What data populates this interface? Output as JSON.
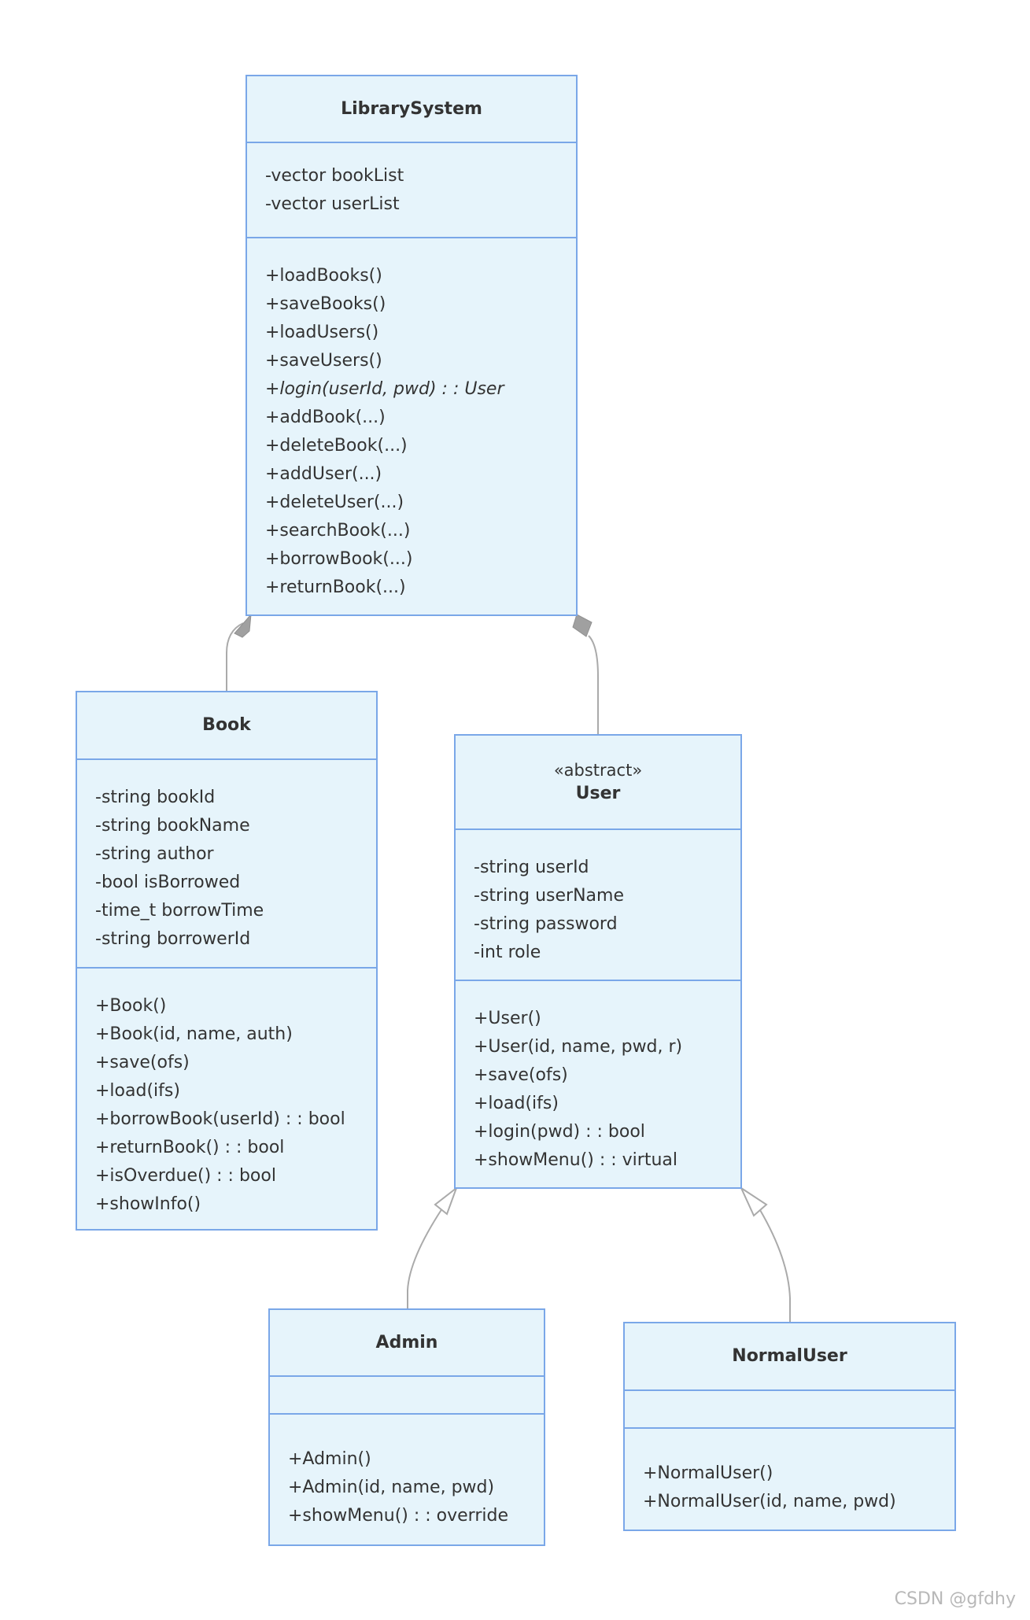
{
  "classes": {
    "library_system": {
      "name": "LibrarySystem",
      "attributes": [
        "-vector bookList",
        "-vector userList"
      ],
      "methods": [
        "+loadBooks()",
        "+saveBooks()",
        "+loadUsers()",
        "+saveUsers()",
        "+login(userId, pwd) : : User",
        "+addBook(...)",
        "+deleteBook(...)",
        "+addUser(...)",
        "+deleteUser(...)",
        "+searchBook(...)",
        "+borrowBook(...)",
        "+returnBook(...)"
      ]
    },
    "book": {
      "name": "Book",
      "attributes": [
        "-string bookId",
        "-string bookName",
        "-string author",
        "-bool isBorrowed",
        "-time_t borrowTime",
        "-string borrowerId"
      ],
      "methods": [
        "+Book()",
        "+Book(id, name, auth)",
        "+save(ofs)",
        "+load(ifs)",
        "+borrowBook(userId) : : bool",
        "+returnBook() : : bool",
        "+isOverdue() : : bool",
        "+showInfo()"
      ]
    },
    "user": {
      "stereotype": "«abstract»",
      "name": "User",
      "attributes": [
        "-string userId",
        "-string userName",
        "-string password",
        "-int role"
      ],
      "methods": [
        "+User()",
        "+User(id, name, pwd, r)",
        "+save(ofs)",
        "+load(ifs)",
        "+login(pwd) : : bool",
        "+showMenu() : : virtual"
      ]
    },
    "admin": {
      "name": "Admin",
      "attributes": [],
      "methods": [
        "+Admin()",
        "+Admin(id, name, pwd)",
        "+showMenu() : : override"
      ]
    },
    "normal_user": {
      "name": "NormalUser",
      "attributes": [],
      "methods": [
        "+NormalUser()",
        "+NormalUser(id, name, pwd)"
      ]
    }
  },
  "watermark": "CSDN @gfdhy"
}
